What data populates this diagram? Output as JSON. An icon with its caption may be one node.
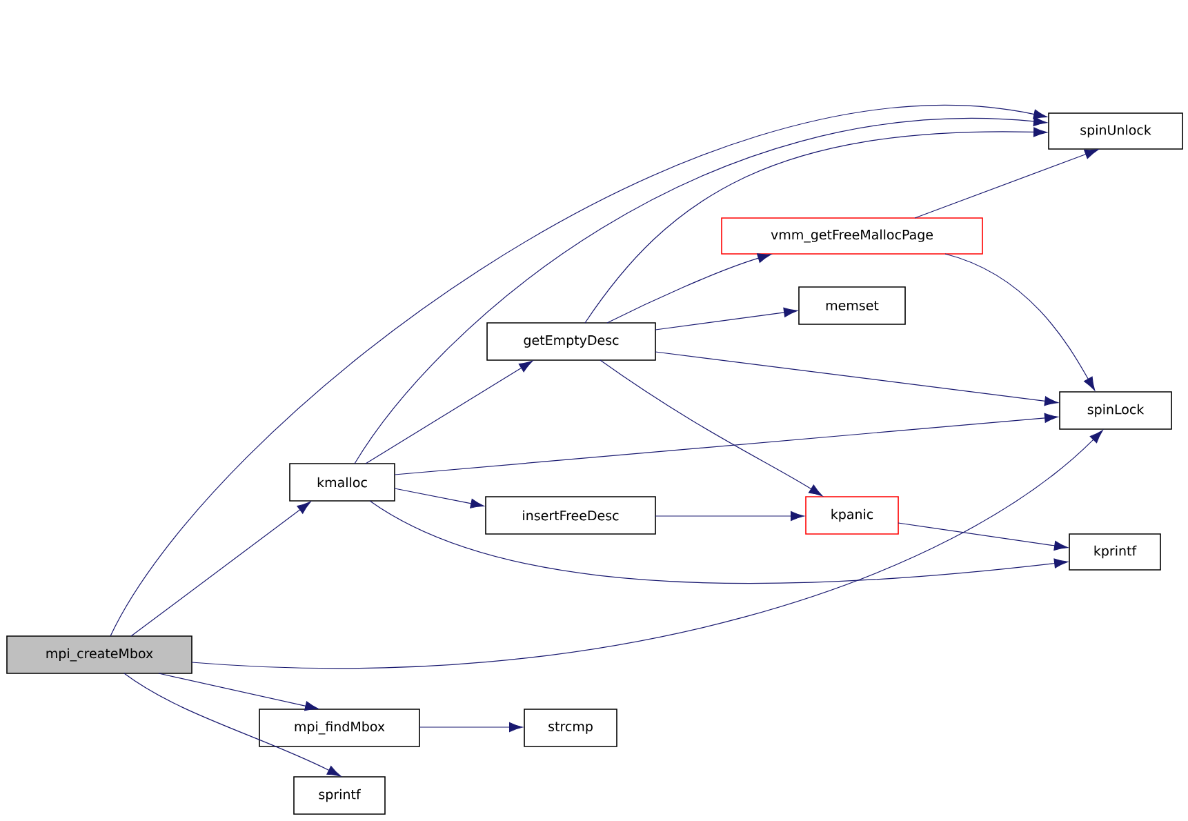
{
  "diagram": {
    "nodes": [
      {
        "text": [
          "mpi_createMbox"
        ]
      },
      {
        "text": [
          "kmalloc"
        ]
      },
      {
        "text": [
          "mpi_findMbox"
        ]
      },
      {
        "text": [
          "sprintf"
        ]
      },
      {
        "text": [
          "getEmptyDesc"
        ]
      },
      {
        "text": [
          "insertFreeDesc"
        ]
      },
      {
        "text": [
          "strcmp"
        ]
      },
      {
        "text": [
          "vmm_getFreeMallocPage"
        ]
      },
      {
        "text": [
          "memset"
        ]
      },
      {
        "text": [
          "kpanic"
        ]
      },
      {
        "text": [
          "spinUnlock"
        ]
      },
      {
        "text": [
          "spinLock"
        ]
      },
      {
        "text": [
          "kprintf"
        ]
      }
    ],
    "edges": [
      {
        "from": 0,
        "to": 10,
        "arrow": "to"
      },
      {
        "from": 0,
        "to": 1,
        "arrow": "to"
      },
      {
        "from": 0,
        "to": 11,
        "arrow": "to"
      },
      {
        "from": 0,
        "to": 2,
        "arrow": "to"
      },
      {
        "from": 0,
        "to": 3,
        "arrow": "to"
      },
      {
        "from": 1,
        "to": 10,
        "arrow": "to"
      },
      {
        "from": 1,
        "to": 4,
        "arrow": "to"
      },
      {
        "from": 1,
        "to": 11,
        "arrow": "to"
      },
      {
        "from": 1,
        "to": 5,
        "arrow": "to"
      },
      {
        "from": 1,
        "to": 12,
        "arrow": "to"
      },
      {
        "from": 4,
        "to": 10,
        "arrow": "to"
      },
      {
        "from": 4,
        "to": 7,
        "arrow": "to"
      },
      {
        "from": 4,
        "to": 8,
        "arrow": "to"
      },
      {
        "from": 4,
        "to": 11,
        "arrow": "to"
      },
      {
        "from": 4,
        "to": 9,
        "arrow": "to"
      },
      {
        "from": 5,
        "to": 9,
        "arrow": "to"
      },
      {
        "from": 2,
        "to": 6,
        "arrow": "to"
      },
      {
        "from": 7,
        "to": 10,
        "arrow": "to"
      },
      {
        "from": 7,
        "to": 11,
        "arrow": "to"
      },
      {
        "from": 9,
        "to": 12,
        "arrow": "to"
      }
    ]
  }
}
